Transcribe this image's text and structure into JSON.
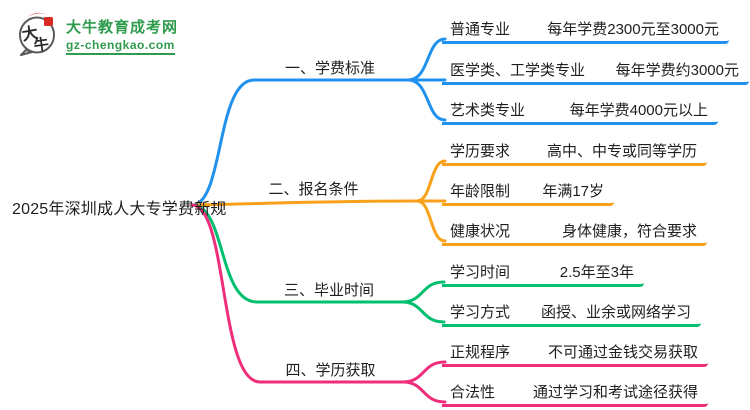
{
  "site": {
    "logo_mark_char1": "大",
    "logo_mark_char2": "牛",
    "logo_title": "大牛教育成考网",
    "logo_domain": "gz-chengkao.com",
    "brand_green": "#2e9b4d",
    "brand_red": "#d62a22"
  },
  "root": {
    "title": "2025年深圳成人大专学费新规"
  },
  "branches": [
    {
      "label": "一、学费标准",
      "color": "#2191ee",
      "children": [
        {
          "label": "普通专业",
          "value": "每年学费2300元至3000元"
        },
        {
          "label": "医学类、工学类专业",
          "value": "每年学费约3000元"
        },
        {
          "label": "艺术类专业",
          "value": "每年学费4000元以上"
        }
      ]
    },
    {
      "label": "二、报名条件",
      "color": "#f9a11b",
      "children": [
        {
          "label": "学历要求",
          "value": "高中、中专或同等学历"
        },
        {
          "label": "年龄限制",
          "value": "年满17岁"
        },
        {
          "label": "健康状况",
          "value": "身体健康，符合要求"
        }
      ]
    },
    {
      "label": "三、毕业时间",
      "color": "#00bf6f",
      "children": [
        {
          "label": "学习时间",
          "value": "2.5年至3年"
        },
        {
          "label": "学习方式",
          "value": "函授、业余或网络学习"
        }
      ]
    },
    {
      "label": "四、学历获取",
      "color": "#ef2e7b",
      "children": [
        {
          "label": "正规程序",
          "value": "不可通过金钱交易获取"
        },
        {
          "label": "合法性",
          "value": "通过学习和考试途径获得"
        }
      ]
    }
  ]
}
